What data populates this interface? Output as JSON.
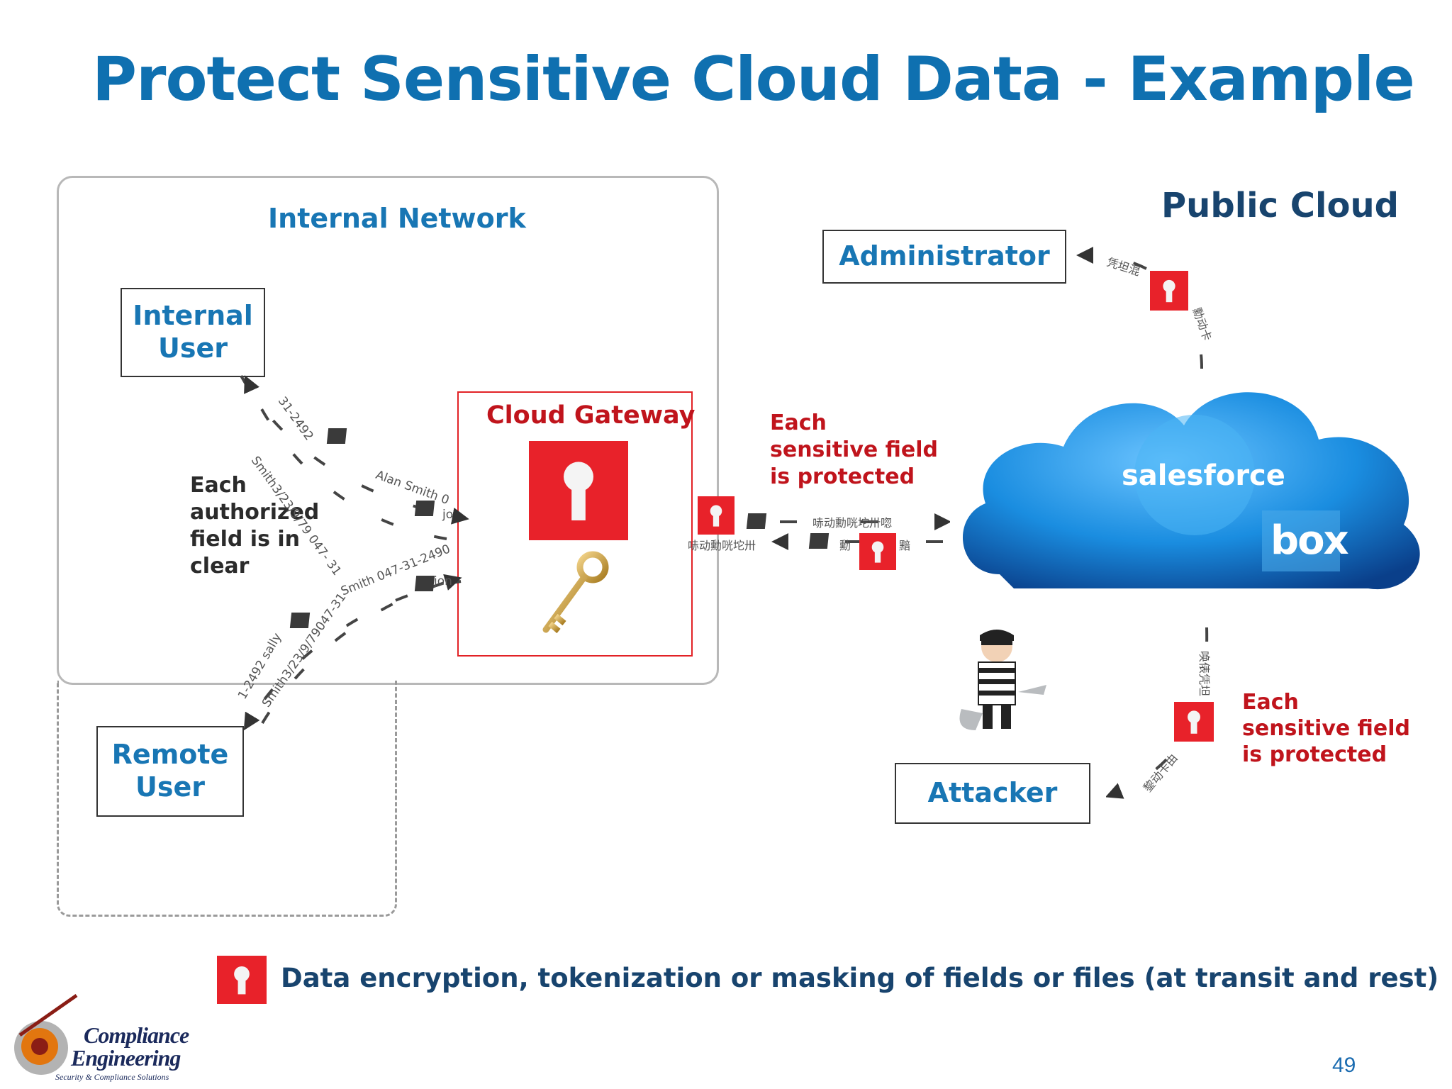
{
  "title": "Protect Sensitive Cloud Data - Example",
  "internal_network": {
    "label": "Internal Network",
    "internal_user": [
      "Internal",
      "User"
    ],
    "remote_user": [
      "Remote",
      "User"
    ],
    "clear_note": [
      "Each",
      "authorized",
      "field is in",
      "clear"
    ],
    "gateway_label": "Cloud Gateway",
    "stream_upper_left": "Smith3/23/9/79 047- 31",
    "stream_upper_left_2": "31-2492",
    "stream_upper_right": "Alan Smith 0",
    "stream_upper_right_2": "jo",
    "stream_lower_right": "Smith 047-31-2490",
    "stream_lower_right_2": "jon",
    "stream_lower_left": "1-2492 sally",
    "stream_lower_left_2": "Smith3/23/9/79047-31"
  },
  "transit": {
    "note": [
      "Each",
      "sensitive field",
      "is protected"
    ],
    "stream_out": "哧动勳咣坨卅唿",
    "stream_in": "哧动勳咣坨卅",
    "stream_in_2": "勳",
    "stream_in_3": "黯"
  },
  "public_cloud": {
    "label": "Public Cloud",
    "administrator": "Administrator",
    "attacker": "Attacker",
    "services": [
      "salesforce",
      "box"
    ],
    "note": [
      "Each",
      "sensitive field",
      "is protected"
    ],
    "admin_stream": "凭坦混",
    "admin_stream_2": "勳动卡",
    "attacker_stream": "唤俵凭坦",
    "attacker_stream_2": "錅动卡由"
  },
  "legend": "Data encryption, tokenization or masking of fields or files (at transit and rest)",
  "page_number": "49",
  "logo": {
    "line1": "Compliance",
    "line2": "Engineering",
    "line3": "Security & Compliance Solutions"
  },
  "colors": {
    "title_blue": "#0f70b0",
    "lock_red": "#e8222a",
    "note_red": "#c0141c",
    "cloud_blue": "#1a8de0"
  },
  "icons": [
    "lock-icon",
    "key-icon",
    "document-icon",
    "arrow-icon",
    "cloud-icon",
    "attacker-icon"
  ]
}
